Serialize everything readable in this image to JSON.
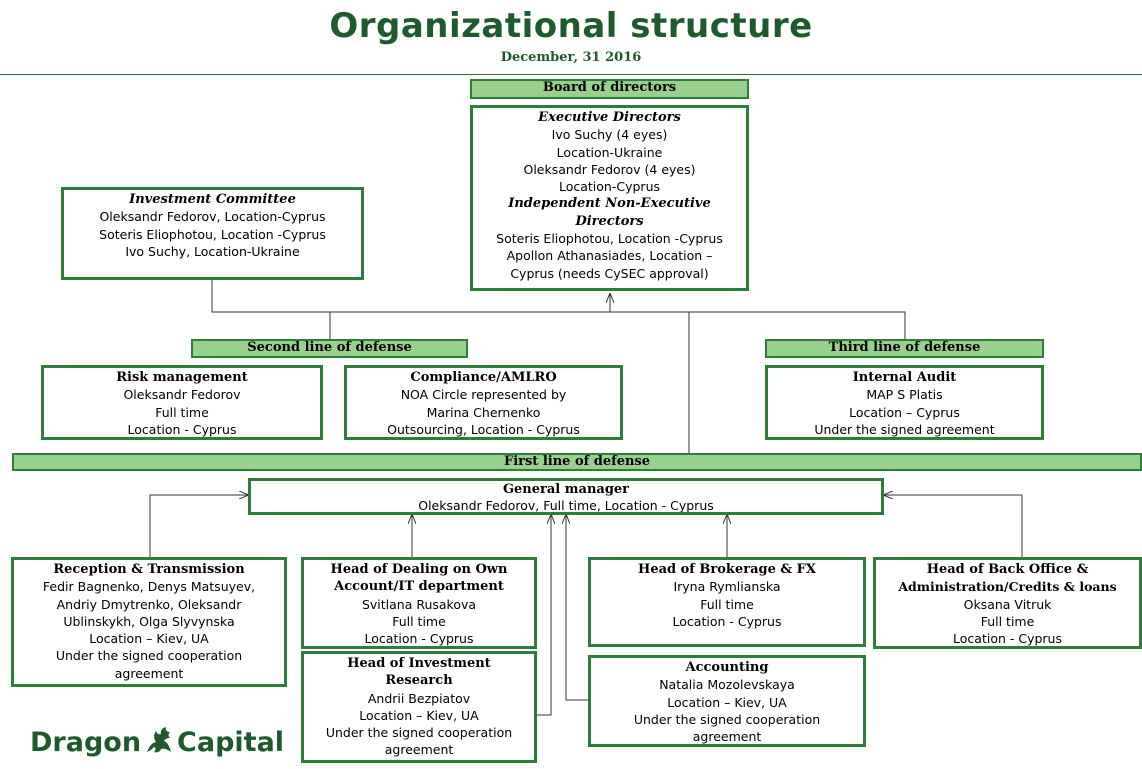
{
  "header": {
    "title": "Organizational structure",
    "subtitle": "December, 31 2016"
  },
  "bands": {
    "board": "Board of directors",
    "second_line": "Second line of defense",
    "third_line": "Third line of defense",
    "first_line": "First line of defense"
  },
  "boxes": {
    "executive": {
      "heading_exec": "Executive Directors",
      "exec_lines": [
        "Ivo Suchy (4 eyes)",
        "Location-Ukraine",
        "Oleksandr Fedorov (4 eyes)",
        "Location-Cyprus"
      ],
      "heading_indep": "Independent Non-Executive Directors",
      "indep_lines": [
        "Soteris Eliophotou, Location -Cyprus",
        "Apollon Athanasiades, Location –",
        "Cyprus (needs CySEC approval)"
      ]
    },
    "investment_committee": {
      "heading": "Investment Committee",
      "lines": [
        "Oleksandr Fedorov, Location-Cyprus",
        "Soteris Eliophotou, Location -Cyprus",
        "Ivo Suchy, Location-Ukraine"
      ]
    },
    "risk": {
      "heading": "Risk management",
      "lines": [
        "Oleksandr Fedorov",
        "Full time",
        "Location - Cyprus"
      ]
    },
    "compliance": {
      "heading": "Compliance/AMLRO",
      "lines": [
        "NOA Circle represented by",
        "Marina Chernenko",
        "Outsourcing, Location - Cyprus"
      ]
    },
    "audit": {
      "heading": "Internal Audit",
      "lines": [
        "MAP S Platis",
        "Location – Cyprus",
        "Under the signed agreement"
      ]
    },
    "gm": {
      "heading": "General manager",
      "lines": [
        "Oleksandr Fedorov, Full time, Location - Cyprus"
      ]
    },
    "reception": {
      "heading": "Reception & Transmission",
      "lines": [
        "Fedir Bagnenko, Denys Matsuyev,",
        "Andriy Dmytrenko, Oleksandr",
        "Ublinskykh, Olga Slyvynska",
        "Location – Kiev, UA",
        "Under the signed cooperation",
        "agreement"
      ]
    },
    "dealing": {
      "heading_lines": [
        "Head of Dealing on Own",
        "Account/IT department"
      ],
      "lines": [
        "Svitlana Rusakova",
        "Full time",
        "Location - Cyprus"
      ]
    },
    "research": {
      "heading_lines": [
        "Head of Investment",
        "Research"
      ],
      "lines": [
        "Andrii Bezpiatov",
        "Location – Kiev, UA",
        "Under the signed cooperation",
        "agreement"
      ]
    },
    "brokerage": {
      "heading": "Head of Brokerage & FX",
      "lines": [
        "Iryna Rymlianska",
        "Full time",
        "Location - Cyprus"
      ]
    },
    "accounting": {
      "heading": "Accounting",
      "lines": [
        "Natalia Mozolevskaya",
        "Location – Kiev, UA",
        "Under the signed cooperation",
        "agreement"
      ]
    },
    "backoffice": {
      "heading_lines": [
        "Head of Back Office &",
        "Administration/Credits & loans"
      ],
      "lines": [
        "Oksana Vitruk",
        "Full time",
        "Location - Cyprus"
      ]
    }
  },
  "logo": {
    "text_left": "Dragon",
    "text_right": "Capital",
    "icon": "dragon-icon"
  },
  "colors": {
    "green_dark": "#1f5a2e",
    "border_green": "#2e7d3a",
    "band_fill": "#9ad08e"
  }
}
